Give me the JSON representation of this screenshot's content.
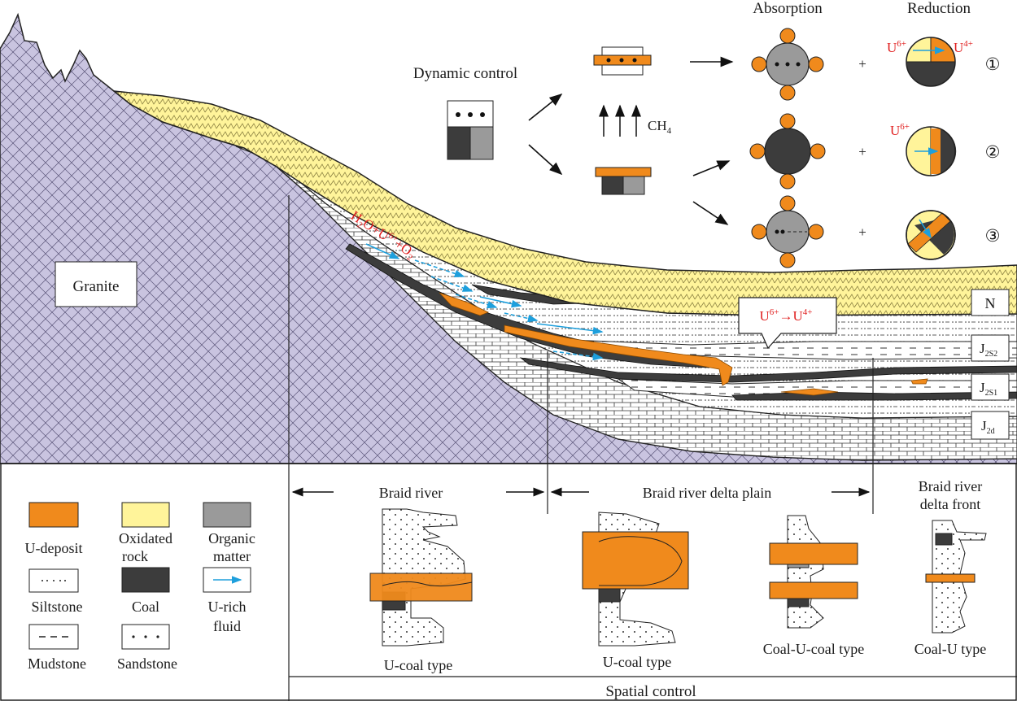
{
  "colors": {
    "granite": "#c9c4e0",
    "oxidized": "#fff49a",
    "u_deposit": "#f08a1c",
    "coal": "#3c3c3c",
    "organic": "#9a9a9a",
    "fluid": "#1e9fdc",
    "red_text": "#e01e1e"
  },
  "top": {
    "dynamic_control": "Dynamic control",
    "absorption": "Absorption",
    "reduction": "Reduction",
    "ch4": "CH",
    "ch4_sub": "4",
    "u6": "U",
    "u6_sup": "6+",
    "u4": "U",
    "u4_sup": "4+",
    "plus": "+",
    "markers": [
      "①",
      "②",
      "③"
    ]
  },
  "section": {
    "granite": "Granite",
    "reaction_u6": "U",
    "reaction_u6_sup": "6+",
    "reaction_arrow": "→",
    "reaction_u4": "U",
    "reaction_u4_sup": "4+",
    "fluid_label": "H2O+U6++O2",
    "strata": {
      "n": "N",
      "j2s2": "J",
      "j2s2_sub": "2S2",
      "j2s1": "J",
      "j2s1_sub": "2S1",
      "j2d": "J",
      "j2d_sub": "2d"
    }
  },
  "legend": {
    "items": [
      {
        "label_lines": [
          "U-deposit"
        ]
      },
      {
        "label_lines": [
          "Oxidated",
          "rock"
        ]
      },
      {
        "label_lines": [
          "Organic",
          "matter"
        ]
      },
      {
        "label_lines": [
          "Siltstone"
        ]
      },
      {
        "label_lines": [
          "Coal"
        ]
      },
      {
        "label_lines": [
          "U-rich",
          "fluid"
        ]
      },
      {
        "label_lines": [
          "Mudstone"
        ]
      },
      {
        "label_lines": [
          "Sandstone"
        ]
      }
    ]
  },
  "bottom": {
    "zone_braid_river": "Braid river",
    "zone_delta_plain": "Braid river delta plain",
    "zone_delta_front_line1": "Braid river",
    "zone_delta_front_line2": "delta front",
    "types": [
      "U-coal type",
      "U-coal type",
      "Coal-U-coal type",
      "Coal-U type"
    ],
    "spatial_control": "Spatial  control"
  }
}
